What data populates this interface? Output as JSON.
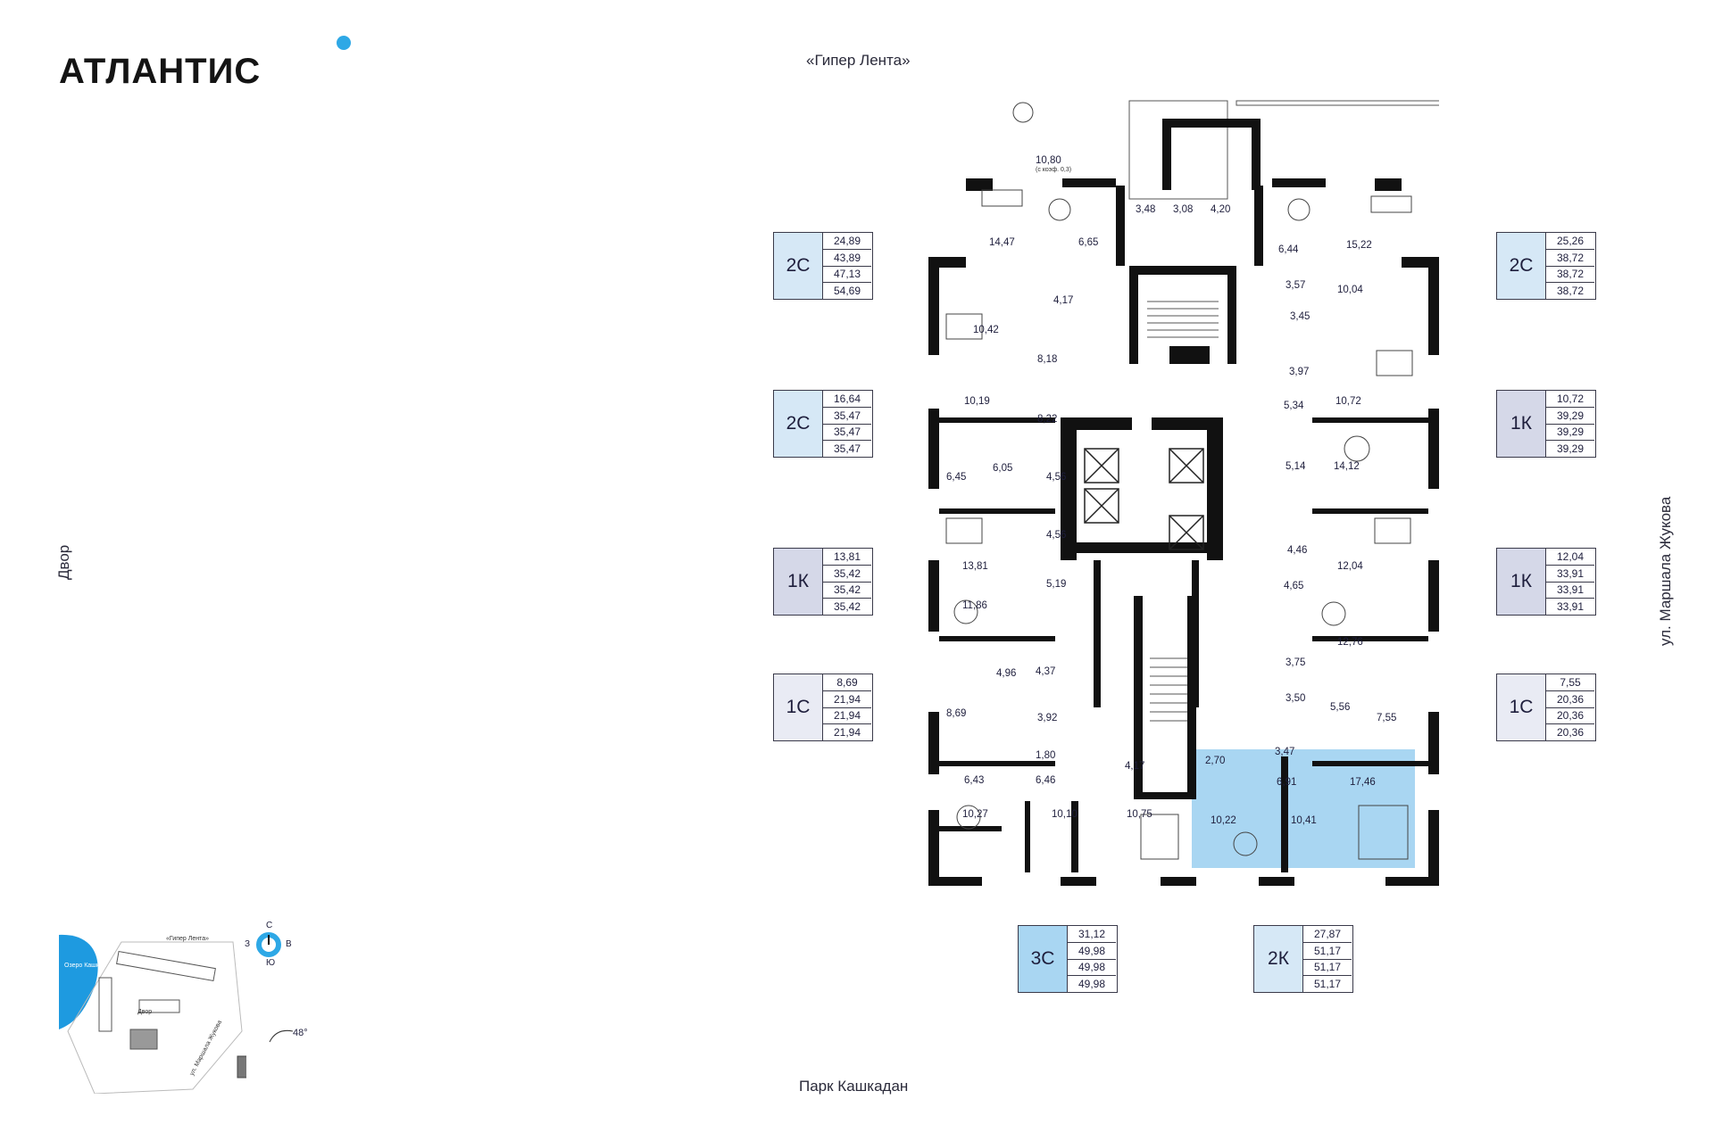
{
  "brand": {
    "name": "АТЛАНТИС",
    "accent": "#2ea8e6"
  },
  "streets": {
    "top": "«Гипер Лента»",
    "bottom": "Парк Кашкадан",
    "left": "Двор",
    "right": "ул. Маршала Жукова"
  },
  "cards": [
    {
      "id": "left-1",
      "type": "2С",
      "values": [
        "24,89",
        "43,89",
        "47,13",
        "54,69"
      ]
    },
    {
      "id": "left-2",
      "type": "2С",
      "values": [
        "16,64",
        "35,47",
        "35,47",
        "35,47"
      ]
    },
    {
      "id": "left-3",
      "type": "1К",
      "values": [
        "13,81",
        "35,42",
        "35,42",
        "35,42"
      ]
    },
    {
      "id": "left-4",
      "type": "1С",
      "values": [
        "8,69",
        "21,94",
        "21,94",
        "21,94"
      ]
    },
    {
      "id": "right-1",
      "type": "2С",
      "values": [
        "25,26",
        "38,72",
        "38,72",
        "38,72"
      ]
    },
    {
      "id": "right-2",
      "type": "1К",
      "values": [
        "10,72",
        "39,29",
        "39,29",
        "39,29"
      ]
    },
    {
      "id": "right-3",
      "type": "1К",
      "values": [
        "12,04",
        "33,91",
        "33,91",
        "33,91"
      ]
    },
    {
      "id": "right-4",
      "type": "1С",
      "values": [
        "7,55",
        "20,36",
        "20,36",
        "20,36"
      ]
    },
    {
      "id": "bottom-1",
      "type": "3С",
      "values": [
        "31,12",
        "49,98",
        "49,98",
        "49,98"
      ]
    },
    {
      "id": "bottom-2",
      "type": "2К",
      "values": [
        "27,87",
        "51,17",
        "51,17",
        "51,17"
      ]
    }
  ],
  "rooms": {
    "terrace": "10,80",
    "terrace_note": "(с коэф. 0,3)",
    "r_1447": "14,47",
    "r_665": "6,65",
    "r_348": "3,48",
    "r_308": "3,08",
    "r_420": "4,20",
    "r_644": "6,44",
    "r_1522": "15,22",
    "r_1042": "10,42",
    "r_417a": "4,17",
    "r_357": "3,57",
    "r_1004": "10,04",
    "r_345": "3,45",
    "r_818": "8,18",
    "r_1019": "10,19",
    "r_397": "3,97",
    "r_822": "8,22",
    "r_534": "5,34",
    "r_1072": "10,72",
    "r_645": "6,45",
    "r_605": "6,05",
    "r_456a": "4,56",
    "r_514": "5,14",
    "r_1412": "14,12",
    "r_456b": "4,56",
    "r_1381": "13,81",
    "r_446": "4,46",
    "r_1204": "12,04",
    "r_519": "5,19",
    "r_465": "4,65",
    "r_1186": "11,86",
    "r_1276": "12,76",
    "r_496": "4,96",
    "r_437": "4,37",
    "r_375": "3,75",
    "r_869": "8,69",
    "r_392": "3,92",
    "r_350": "3,50",
    "r_556": "5,56",
    "r_755": "7,55",
    "r_180": "1,80",
    "r_417b": "4,17",
    "r_270": "2,70",
    "r_347": "3,47",
    "r_643": "6,43",
    "r_646": "6,46",
    "r_691": "6,91",
    "r_1746": "17,46",
    "r_1027": "10,27",
    "r_1010": "10,10",
    "r_1075": "10,75",
    "r_1022": "10,22",
    "r_1041": "10,41"
  },
  "minimap": {
    "lake": "Озеро Кашкадан",
    "street_top": "«Гипер Лента»",
    "yard": "Двор",
    "street_side": "ул. Маршала Жукова",
    "section": "В",
    "angle": "48°",
    "compass": {
      "n": "С",
      "s": "Ю",
      "w": "З",
      "e": "В"
    }
  },
  "colors": {
    "highlight": "#a9d6f2",
    "wall": "#111111",
    "lake": "#1e9ae0"
  }
}
